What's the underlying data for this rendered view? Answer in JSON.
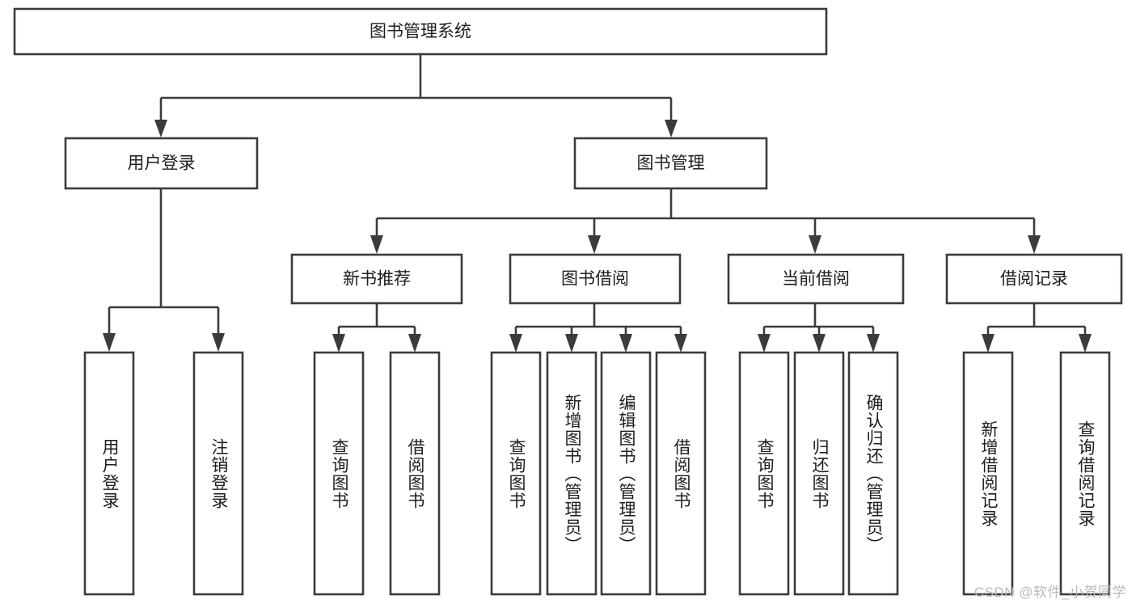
{
  "diagram": {
    "type": "tree",
    "title_node": {
      "id": "root",
      "label": "图书管理系统"
    },
    "level1": [
      {
        "id": "user-login",
        "label": "用户登录"
      },
      {
        "id": "book-manage",
        "label": "图书管理"
      }
    ],
    "level2": [
      {
        "id": "new-book-recommend",
        "label": "新书推荐",
        "parent": "book-manage"
      },
      {
        "id": "book-borrow",
        "label": "图书借阅",
        "parent": "book-manage"
      },
      {
        "id": "current-borrow",
        "label": "当前借阅",
        "parent": "book-manage"
      },
      {
        "id": "borrow-record",
        "label": "借阅记录",
        "parent": "book-manage"
      }
    ],
    "leaves": {
      "user-login": [
        {
          "id": "leaf-user-login",
          "label": "用户登录"
        },
        {
          "id": "leaf-logout-login",
          "label": "注销登录"
        }
      ],
      "new-book-recommend": [
        {
          "id": "leaf-query-book-1",
          "label": "查询图书"
        },
        {
          "id": "leaf-borrow-book-1",
          "label": "借阅图书"
        }
      ],
      "book-borrow": [
        {
          "id": "leaf-query-book-2",
          "label": "查询图书"
        },
        {
          "id": "leaf-add-book",
          "label": "新增图书（管理员）"
        },
        {
          "id": "leaf-edit-book",
          "label": "编辑图书（管理员）"
        },
        {
          "id": "leaf-borrow-book-2",
          "label": "借阅图书"
        }
      ],
      "current-borrow": [
        {
          "id": "leaf-query-book-3",
          "label": "查询图书"
        },
        {
          "id": "leaf-return-book",
          "label": "归还图书"
        },
        {
          "id": "leaf-confirm-return",
          "label": "确认归还（管理员）"
        }
      ],
      "borrow-record": [
        {
          "id": "leaf-add-record",
          "label": "新增借阅记录"
        },
        {
          "id": "leaf-query-record",
          "label": "查询借阅记录"
        }
      ]
    }
  },
  "watermark": {
    "text": "CSDN @软件_小贺同学"
  },
  "colors": {
    "stroke": "#3b3b3b",
    "fill": "#ffffff",
    "text": "#1d1d1d",
    "watermark": "#b9b9b9"
  }
}
